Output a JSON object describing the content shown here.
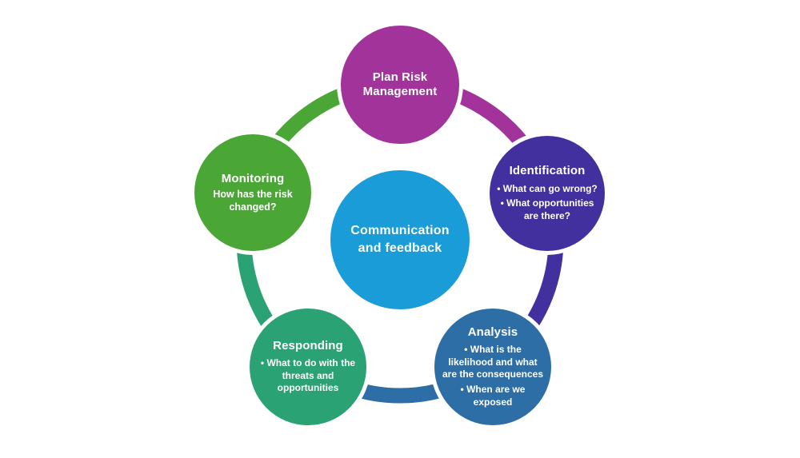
{
  "diagram": {
    "name": "Risk management cycle",
    "background_color": "#ffffff",
    "text_color": "#ffffff",
    "center": {
      "label": "Communication and feedback",
      "color": "#199cd8"
    },
    "nodes": [
      {
        "id": "plan-risk-management",
        "title": "Plan Risk Management",
        "color": "#a2339b"
      },
      {
        "id": "identification",
        "title": "Identification",
        "color": "#43309f",
        "bullets": [
          "• What can go wrong?",
          "• What opportunities are there?"
        ]
      },
      {
        "id": "analysis",
        "title": "Analysis",
        "color": "#2e6ea6",
        "bullets": [
          "• What is the likelihood and what are the consequences",
          "• When are we exposed"
        ]
      },
      {
        "id": "responding",
        "title": "Responding",
        "color": "#2ba273",
        "bullets": [
          "• What to do with the threats and opportunities"
        ]
      },
      {
        "id": "monitoring",
        "title": "Monitoring",
        "color": "#4aa635",
        "subtitle": "How has the risk changed?"
      }
    ]
  }
}
